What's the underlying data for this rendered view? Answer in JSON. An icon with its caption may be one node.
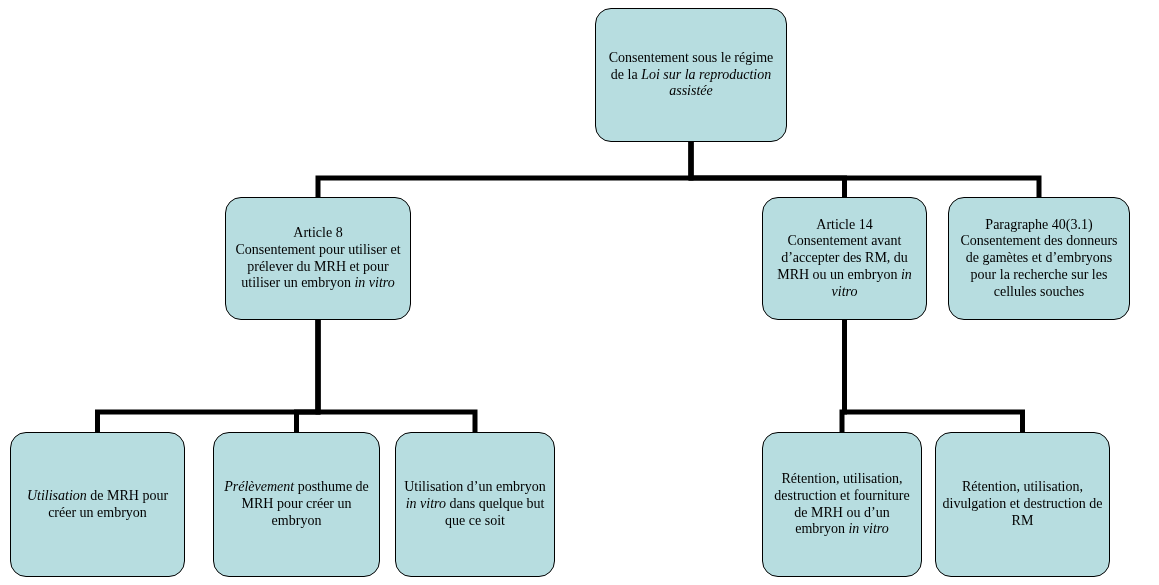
{
  "diagram": {
    "nodes": [
      {
        "text": [
          "Consentement sous le régime de la *Loi sur la reproduction assistée*"
        ]
      },
      {
        "text": [
          "Article 8",
          "Consentement pour utiliser et prélever du MRH et pour utiliser un embryon *in vitro*"
        ]
      },
      {
        "text": [
          "Article 14",
          "Consentement avant d’accepter des RM, du MRH ou un embryon *in vitro*"
        ]
      },
      {
        "text": [
          "Paragraphe 40(3.1)",
          "Consentement des donneurs de gamètes et d’embryons pour la recherche sur les cellules souches"
        ]
      },
      {
        "text": [
          "*Utilisation* de MRH pour créer un embryon"
        ]
      },
      {
        "text": [
          "*Prélèvement* posthume de MRH pour créer un embryon"
        ]
      },
      {
        "text": [
          "Utilisation d’un embryon *in vitro* dans quelque but que ce soit"
        ]
      },
      {
        "text": [
          "Rétention, utilisation, destruction et fourniture de MRH ou d’un embryon *in vitro*"
        ]
      },
      {
        "text": [
          "Rétention, utilisation, divulgation et destruction de RM"
        ]
      }
    ],
    "edges": [
      {
        "from": 0,
        "to": 1,
        "arrow": "none"
      },
      {
        "from": 0,
        "to": 2,
        "arrow": "none"
      },
      {
        "from": 0,
        "to": 3,
        "arrow": "none"
      },
      {
        "from": 1,
        "to": 4,
        "arrow": "none"
      },
      {
        "from": 1,
        "to": 5,
        "arrow": "none"
      },
      {
        "from": 1,
        "to": 6,
        "arrow": "none"
      },
      {
        "from": 2,
        "to": 7,
        "arrow": "none"
      },
      {
        "from": 2,
        "to": 8,
        "arrow": "none"
      }
    ]
  }
}
